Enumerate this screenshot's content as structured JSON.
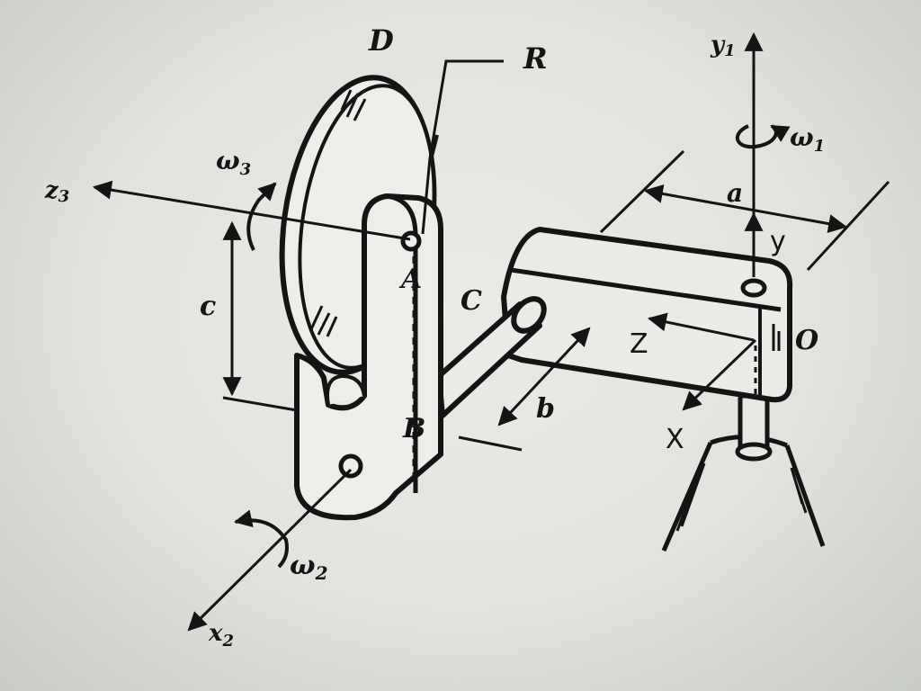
{
  "labels": {
    "D": "D",
    "R": "R",
    "y1": "y",
    "y1_sub": "1",
    "omega1": "ω",
    "omega1_sub": "1",
    "omega3": "ω",
    "omega3_sub": "3",
    "omega2": "ω",
    "omega2_sub": "2",
    "z3": "z",
    "z3_sub": "3",
    "x2": "x",
    "x2_sub": "2",
    "a": "a",
    "b": "b",
    "c": "c",
    "A": "A",
    "B": "B",
    "C": "C",
    "O": "O",
    "y": "y",
    "Z": "Z",
    "X": "X"
  },
  "colors": {
    "ink": "#141414",
    "paper": "#e6e8e3"
  }
}
